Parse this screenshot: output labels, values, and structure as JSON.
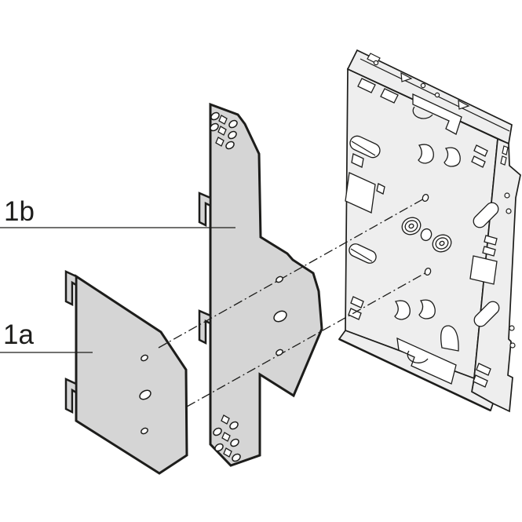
{
  "figure": {
    "type": "exploded-assembly-diagram",
    "description": "Splice tray with two adapter cover plates, exploded view",
    "background": "#ffffff",
    "line_color": "#1d1d1b",
    "callouts": [
      {
        "text": "1b",
        "part": "adapter-plate-large"
      },
      {
        "text": "1a",
        "part": "adapter-plate-small"
      }
    ],
    "colors": {
      "plate_fill": "#d5d5d5",
      "tray_fill": "#eeeeee",
      "hole_fill": "#ffffff"
    }
  }
}
